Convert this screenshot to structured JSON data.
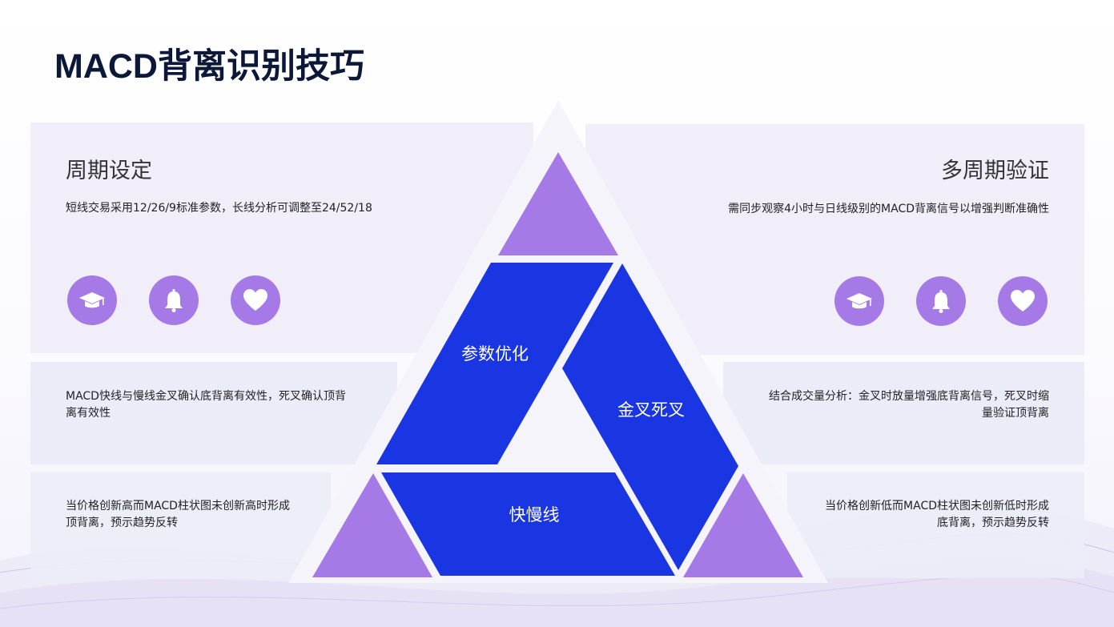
{
  "title": "MACD背离识别技巧",
  "left_panel": {
    "heading": "周期设定",
    "description": "短线交易采用12/26/9标准参数，长线分析可调整至24/52/18",
    "icons": [
      "graduation-cap-icon",
      "bell-icon",
      "heart-icon"
    ]
  },
  "right_panel": {
    "heading": "多周期验证",
    "description": "需同步观察4小时与日线级别的MACD背离信号以增强判断准确性",
    "icons": [
      "graduation-cap-icon",
      "bell-icon",
      "heart-icon"
    ]
  },
  "mid_left_note": "MACD快线与慢线金叉确认底背离有效性，死叉确认顶背离有效性",
  "mid_right_note": "结合成交量分析：金叉时放量增强底背离信号，死叉时缩量验证顶背离",
  "bottom_left_note": "当价格创新高而MACD柱状图未创新高时形成顶背离，预示趋势反转",
  "bottom_right_note": "当价格创新低而MACD柱状图未创新低时形成底背离，预示趋势反转",
  "pyramid": {
    "segments": [
      "参数优化",
      "金叉死叉",
      "快慢线"
    ]
  },
  "colors": {
    "title": "#0c1838",
    "segment_blue": "#1a35e2",
    "accent_purple": "#a57ae6",
    "panel_lavender": "#f1eef9",
    "panel_gray_blue": "#eaedf7"
  }
}
